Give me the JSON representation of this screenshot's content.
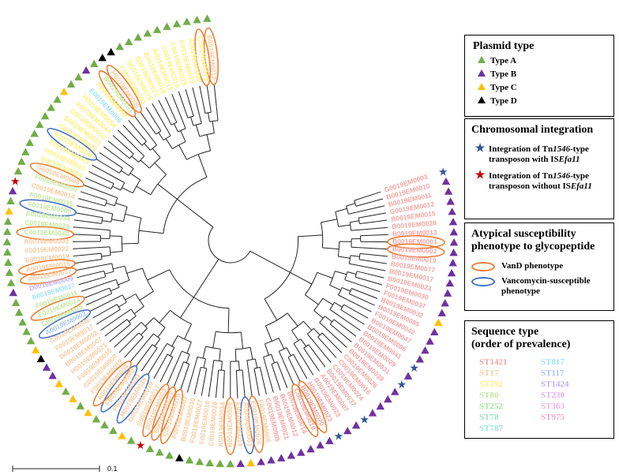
{
  "plasmid_panel": {
    "title": "Plasmid type",
    "items": [
      {
        "label": "Type A",
        "color": "#70ad47"
      },
      {
        "label": "Type B",
        "color": "#7030a0"
      },
      {
        "label": "Type C",
        "color": "#ffc000"
      },
      {
        "label": "Type D",
        "color": "#000000"
      }
    ]
  },
  "chrom_panel": {
    "title": "Chromosomal integration",
    "item1_pre": "Integration of Tn",
    "item1_it": "1546",
    "item1_mid": "-type",
    "item1_line2_pre": "transposon with IS",
    "item1_line2_it": "Efa11",
    "item1_color": "#2e5597",
    "item2_pre": "Integration of Tn",
    "item2_it": "1546",
    "item2_mid": "-type",
    "item2_line2_pre": "transposon without IS",
    "item2_line2_it": "Efa11",
    "item2_color": "#c00000"
  },
  "pheno_panel": {
    "title_line1": "Atypical susceptibility",
    "title_line2": "phenotype to glycopeptide",
    "vand_label": "VanD phenotype",
    "vand_color": "#ed7d31",
    "vs_label_line1": "Vancomycin-susceptible",
    "vs_label_line2": "phenotype",
    "vs_color": "#4472c4"
  },
  "st_panel": {
    "title_line1": "Sequence type",
    "title_line2": "(order of prevalence)",
    "col1": [
      {
        "label": "ST1421",
        "color": "#f4a6a6"
      },
      {
        "label": "ST17",
        "color": "#f8cba0"
      },
      {
        "label": "ST192",
        "color": "#fff07a"
      },
      {
        "label": "ST80",
        "color": "#c5e8a0"
      },
      {
        "label": "ST252",
        "color": "#a8e6a0"
      },
      {
        "label": "ST78",
        "color": "#9ee0c0"
      },
      {
        "label": "ST787",
        "color": "#9ee8e0"
      }
    ],
    "col2": [
      {
        "label": "ST817",
        "color": "#9ee4f4"
      },
      {
        "label": "ST117",
        "color": "#a8c4f4"
      },
      {
        "label": "ST1424",
        "color": "#c4b0f0"
      },
      {
        "label": "ST230",
        "color": "#e0b0f0"
      },
      {
        "label": "ST363",
        "color": "#f4b0e0"
      },
      {
        "label": "ST975",
        "color": "#f4a8c8"
      }
    ]
  },
  "scale_bar": {
    "label": "0.1"
  },
  "tree": {
    "leaves": [
      {
        "label": "G0019EM0003",
        "st": "#f4a6a6",
        "mark": "star-blue"
      },
      {
        "label": "B0019EM0010",
        "st": "#f4a6a6",
        "mark": "B"
      },
      {
        "label": "B0019EM0011",
        "st": "#f4a6a6",
        "mark": "B"
      },
      {
        "label": "G0019EM0012",
        "st": "#f4a6a6",
        "mark": "B"
      },
      {
        "label": "B0019EM0015",
        "st": "#f4a6a6",
        "mark": "B"
      },
      {
        "label": "B0019EM0028",
        "st": "#f4a6a6",
        "mark": "B"
      },
      {
        "label": "B0019EM0013",
        "st": "#f4a6a6",
        "mark": "B"
      },
      {
        "label": "B0019EM0001",
        "st": "#f4a6a6",
        "mark": "B",
        "oval": "vand"
      },
      {
        "label": "B0019EM0002",
        "st": "#f4a6a6",
        "mark": "B",
        "oval": "vand"
      },
      {
        "label": "B0019EM0019",
        "st": "#f4a6a6",
        "mark": "B"
      },
      {
        "label": "B0019EM0077",
        "st": "#f4a6a6",
        "mark": "B"
      },
      {
        "label": "B0019EM0017",
        "st": "#f4a6a6",
        "mark": "B"
      },
      {
        "label": "B0019EM0023",
        "st": "#f4a6a6",
        "mark": "B"
      },
      {
        "label": "F0019EM0030",
        "st": "#f4a6a6",
        "mark": "B"
      },
      {
        "label": "F0019EM0037",
        "st": "#f4a6a6",
        "mark": "B"
      },
      {
        "label": "B0019EM0032",
        "st": "#f4a6a6",
        "mark": "C"
      },
      {
        "label": "B0019EM0065",
        "st": "#f4a6a6",
        "mark": "B"
      },
      {
        "label": "F0019EM0042",
        "st": "#f4a6a6",
        "mark": "B"
      },
      {
        "label": "B0019EM0047",
        "st": "#f4a6a6",
        "mark": "B"
      },
      {
        "label": "B0019EM0006",
        "st": "#f4a6a6",
        "mark": "B"
      },
      {
        "label": "B0019EM0041",
        "st": "#f4a6a6",
        "mark": "star-blue"
      },
      {
        "label": "B0019EM0029",
        "st": "#f4a6a6",
        "mark": "B"
      },
      {
        "label": "B0019EM0031",
        "st": "#f4a6a6",
        "mark": "star-blue"
      },
      {
        "label": "B0019EM0039",
        "st": "#f4a6a6",
        "mark": "B"
      },
      {
        "label": "C0019EM0026",
        "st": "#f4a6a6",
        "mark": "B"
      },
      {
        "label": "C0019EM0016",
        "st": "#f4a6a6",
        "mark": "B"
      },
      {
        "label": "C0019EM0024",
        "st": "#f4a6a6",
        "mark": "B"
      },
      {
        "label": "B0019EM0037",
        "st": "#f4a6a6",
        "mark": "star-blue"
      },
      {
        "label": "A0019EM0007",
        "st": "#f4a6a6",
        "mark": "B"
      },
      {
        "label": "B0019EM0023",
        "st": "#f4a6a6",
        "mark": "B"
      },
      {
        "label": "H0019EM0023",
        "st": "#f4a6a6",
        "mark": "star-blue"
      },
      {
        "label": "B0019EM0020",
        "st": "#f4a6a6",
        "mark": "B",
        "oval": "vand"
      },
      {
        "label": "C0019EM0019",
        "st": "#f4a6a6",
        "mark": "B",
        "oval": "vand"
      },
      {
        "label": "B0019EM0014",
        "st": "#f4a6a6",
        "mark": "B"
      },
      {
        "label": "B0019EM0012",
        "st": "#f4a6a6",
        "mark": "B"
      },
      {
        "label": "B0019EM0021",
        "st": "#f4a6a6",
        "mark": "B"
      },
      {
        "label": "C0019EM0005",
        "st": "#f4a6a6",
        "mark": "B"
      },
      {
        "label": "F0019EM0006",
        "st": "#f8cba0",
        "mark": "B"
      },
      {
        "label": "E0019EM0026",
        "st": "#f8cba0",
        "mark": "B",
        "oval": "vand"
      },
      {
        "label": "A0019EM0003",
        "st": "#f8cba0",
        "mark": "C",
        "oval": "vs"
      },
      {
        "label": "E0019EM0018",
        "st": "#f8cba0",
        "mark": "B"
      },
      {
        "label": "B0019EM0009",
        "st": "#f8cba0",
        "mark": "A",
        "oval": "vand"
      },
      {
        "label": "A0019EM0034",
        "st": "#f8cba0",
        "mark": "A"
      },
      {
        "label": "C0019EM0028",
        "st": "#f8cba0",
        "mark": "A"
      },
      {
        "label": "F0019EM0018",
        "st": "#f8cba0",
        "mark": "A"
      },
      {
        "label": "F0019EM0027",
        "st": "#f8cba0",
        "mark": "A"
      },
      {
        "label": "B0019EM0030",
        "st": "#f8cba0",
        "mark": "D"
      },
      {
        "label": "F0019EM0007",
        "st": "#f8cba0",
        "mark": "A"
      },
      {
        "label": "C0019EM0010",
        "st": "#f8cba0",
        "mark": "A",
        "oval": "vand"
      },
      {
        "label": "B0019EM0012",
        "st": "#f8cba0",
        "mark": "A",
        "oval": "vand"
      },
      {
        "label": "B0019EM0003",
        "st": "#f8cba0",
        "mark": "star-red",
        "oval": "vand"
      },
      {
        "label": "G0019EM0017",
        "st": "#f8cba0",
        "mark": "A"
      },
      {
        "label": "G0019EM0019",
        "st": "#f8cba0",
        "mark": "C"
      },
      {
        "label": "H0019EM0035",
        "st": "#f8cba0",
        "mark": "A",
        "oval": "vs"
      },
      {
        "label": "F0019EM0031",
        "st": "#f8cba0",
        "mark": "A"
      },
      {
        "label": "F0019EM0040",
        "st": "#f8cba0",
        "mark": "A",
        "oval": "vs"
      },
      {
        "label": "A0019EM0004",
        "st": "#f8cba0",
        "mark": "C",
        "oval": "vand"
      },
      {
        "label": "F0019EM0019",
        "st": "#f8cba0",
        "mark": "A"
      },
      {
        "label": "C0019EM0009",
        "st": "#f8cba0",
        "mark": "C"
      },
      {
        "label": "F0019EM0010",
        "st": "#f8cba0",
        "mark": "A"
      },
      {
        "label": "H0019EM0021",
        "st": "#f8cba0",
        "mark": "C"
      },
      {
        "label": "B0019EM0007",
        "st": "#f8cba0",
        "mark": "B"
      },
      {
        "label": "B0019EM0002",
        "st": "#f8cba0",
        "mark": "B"
      },
      {
        "label": "F0019EM0017",
        "st": "#f8cba0",
        "mark": "D"
      },
      {
        "label": "C0019EM0008",
        "st": "#f8cba0",
        "mark": "C"
      },
      {
        "label": "A0019EM0002",
        "st": "#a8c4f4",
        "mark": "A",
        "oval": "vs"
      },
      {
        "label": "C0019EM0016",
        "st": "#c5e8a0",
        "mark": "A"
      },
      {
        "label": "E0019EM0014",
        "st": "#c5e8a0",
        "mark": "A",
        "oval": "vand"
      },
      {
        "label": "F0019EM0011",
        "st": "#c5e8a0",
        "mark": "A"
      },
      {
        "label": "E0019EM0017",
        "st": "#9ee4f4",
        "mark": "A"
      },
      {
        "label": "D0019EM0009",
        "st": "#c4b0f0",
        "mark": "B"
      },
      {
        "label": "A0019EM0017",
        "st": "#f8cba0",
        "mark": "A",
        "oval": "vand"
      },
      {
        "label": "A0019EM0015",
        "st": "#f8cba0",
        "mark": "A",
        "oval": "vand"
      },
      {
        "label": "E0019EM0019",
        "st": "#f8cba0",
        "mark": "A"
      },
      {
        "label": "F0019EM0022",
        "st": "#f8cba0",
        "mark": "A"
      },
      {
        "label": "A0019EM0003",
        "st": "#f8cba0",
        "mark": "A"
      },
      {
        "label": "C0019EM0040",
        "st": "#c5e8a0",
        "mark": "A",
        "oval": "vand"
      },
      {
        "label": "C0019EM0024",
        "st": "#c5e8a0",
        "mark": "A"
      },
      {
        "label": "E0019EM0034",
        "st": "#c5e8a0",
        "mark": "C"
      },
      {
        "label": "F0019EM0008",
        "st": "#c5e8a0",
        "mark": "A",
        "oval": "vs"
      },
      {
        "label": "F0019EM0035",
        "st": "#c5e8a0",
        "mark": "B"
      },
      {
        "label": "C0019EM0014",
        "st": "#f8cba0",
        "mark": "star-red"
      },
      {
        "label": "F0019EM0050",
        "st": "#c5e8a0",
        "mark": "A"
      },
      {
        "label": "G0019EM0008",
        "st": "#f8cba0",
        "mark": "A",
        "oval": "vand"
      },
      {
        "label": "E0019EM0014",
        "st": "#fff07a",
        "mark": "A"
      },
      {
        "label": "H0019EM0021",
        "st": "#fff07a",
        "mark": "A"
      },
      {
        "label": "E0019EM0003",
        "st": "#fff07a",
        "mark": "A"
      },
      {
        "label": "B0019EM0024",
        "st": "#fff07a",
        "mark": "A",
        "oval": "vs"
      },
      {
        "label": "C0019EM0022",
        "st": "#fff07a",
        "mark": "A"
      },
      {
        "label": "D0019EM0021",
        "st": "#fff07a",
        "mark": "A"
      },
      {
        "label": "C0019EM0012",
        "st": "#fff07a",
        "mark": "A"
      },
      {
        "label": "A0019EM0044",
        "st": "#fff07a",
        "mark": "C"
      },
      {
        "label": "H0019EM0054",
        "st": "#fff07a",
        "mark": "A"
      },
      {
        "label": "E0019EM0006",
        "st": "#9ee4f4",
        "mark": "A"
      },
      {
        "label": "F0019EM0002",
        "st": "#fff07a",
        "mark": "B"
      },
      {
        "label": "B0019EM0011",
        "st": "#c5e8a0",
        "mark": "A",
        "oval": "vand"
      },
      {
        "label": "H0019EM0005",
        "st": "#f8cba0",
        "mark": "D",
        "oval": "vand"
      },
      {
        "label": "C0019EM0003",
        "st": "#fff07a",
        "mark": "D"
      },
      {
        "label": "D0019EM0018",
        "st": "#fff07a",
        "mark": "A"
      },
      {
        "label": "B0019EM0027",
        "st": "#fff07a",
        "mark": "A"
      },
      {
        "label": "B0019EM0018",
        "st": "#fff07a",
        "mark": "A"
      },
      {
        "label": "A0019EM0013",
        "st": "#fff07a",
        "mark": "A"
      },
      {
        "label": "C0019EM0016",
        "st": "#fff07a",
        "mark": "A"
      },
      {
        "label": "C0019EM0018",
        "st": "#fff07a",
        "mark": "A"
      },
      {
        "label": "C0019EM0013",
        "st": "#fff07a",
        "mark": "A"
      },
      {
        "label": "A0019EM0035",
        "st": "#fff07a",
        "mark": "A"
      },
      {
        "label": "C0019EM0019",
        "st": "#fff07a",
        "mark": "A",
        "oval": "vand"
      },
      {
        "label": "B0019EM0012",
        "st": "#f8cba0",
        "mark": "A",
        "oval": "vand"
      }
    ]
  }
}
